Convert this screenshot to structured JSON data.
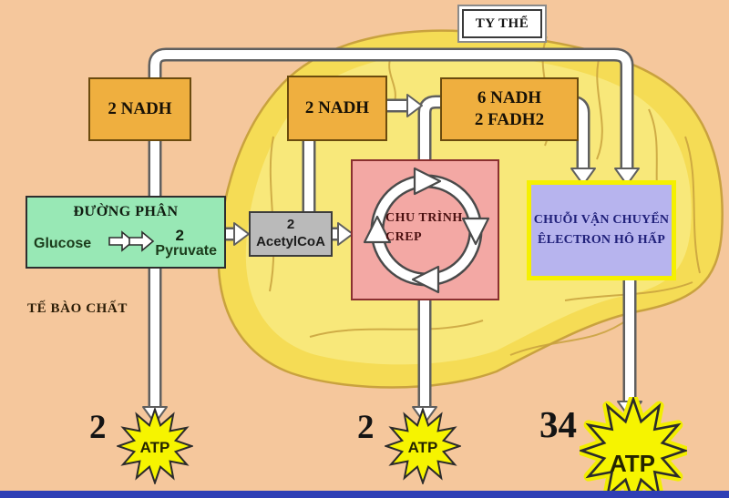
{
  "diagram": {
    "mito_label": "TY THỂ",
    "cytoplasm_label": "TẾ BÀO CHẤT",
    "glycolysis_nadh": "2 NADH",
    "pyruvate_nadh": "2 NADH",
    "krebs_nadh_line1": "6 NADH",
    "krebs_nadh_line2": "2 FADH2",
    "glycolysis": {
      "title": "ĐƯỜNG PHÂN",
      "substrate": "Glucose",
      "product_count": "2",
      "product_name": "Pyruvate"
    },
    "acetyl": {
      "count": "2",
      "name": "AcetylCoA"
    },
    "krebs": {
      "line1": "CHU TRÌNH",
      "line2": "CREP"
    },
    "etc": {
      "line1": "CHUỖI VẬN CHUYỂN",
      "line2": "ÊLECTRON HÔ HẤP"
    },
    "atp_glycolysis": {
      "count": "2",
      "label": "ATP"
    },
    "atp_krebs": {
      "count": "2",
      "label": "ATP"
    },
    "atp_etc": {
      "count": "34",
      "label": "ATP"
    }
  },
  "colors": {
    "background": "#F5C79C",
    "mitochondrion_fill": "#F5DC55",
    "mitochondrion_inner": "#F8E87A",
    "mitochondrion_stroke": "#C9A23E",
    "nadh_box": "#EFAF3F",
    "glycolysis_box": "#98E8B5",
    "acetyl_box": "#BABABA",
    "krebs_box": "#F3A8A4",
    "etc_box": "#B7B4EE",
    "etc_border": "#F5F000",
    "atp_star": "#F6F400",
    "connector_white": "#FFFFFF",
    "connector_outline": "#5f5f5f",
    "bottom_bar": "#2F3FB5"
  }
}
